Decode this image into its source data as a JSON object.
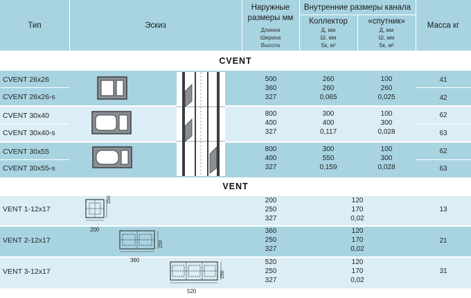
{
  "header": {
    "col_type": "Тип",
    "col_sketch": "Эскиз",
    "col_outer_line1": "Наружные",
    "col_outer_line2": "размеры мм",
    "col_outer_sub1": "Длинна",
    "col_outer_sub2": "Ширина",
    "col_outer_sub3": "Высота",
    "col_inner": "Внутренние размеры канала",
    "col_collector": "Коллектор",
    "col_collector_sub1": "Д, мм",
    "col_collector_sub2": "Ш, мм",
    "col_collector_sub3": "Sк, м²",
    "col_satellite": "«спутник»",
    "col_satellite_sub1": "Д, мм",
    "col_satellite_sub2": "Ш, мм",
    "col_satellite_sub3": "Sк, м²",
    "col_mass": "Масса кг"
  },
  "sections": {
    "cvent": "CVENT",
    "vent": "VENT"
  },
  "cvent_rows": [
    {
      "name1": "CVENT 26x26",
      "name2": "CVENT 26x26-s",
      "outer": [
        "500",
        "360",
        "327"
      ],
      "collector": [
        "260",
        "260",
        "0,065"
      ],
      "satellite": [
        "100",
        "260",
        "0,025"
      ],
      "mass1": "41",
      "mass2": "42"
    },
    {
      "name1": "CVENT 30x40",
      "name2": "CVENT 30x40-s",
      "outer": [
        "800",
        "400",
        "327"
      ],
      "collector": [
        "300",
        "400",
        "0,117"
      ],
      "satellite": [
        "100",
        "300",
        "0,028"
      ],
      "mass1": "62",
      "mass2": "63"
    },
    {
      "name1": "CVENT 30x55",
      "name2": "CVENT 30x55-s",
      "outer": [
        "800",
        "400",
        "327"
      ],
      "collector": [
        "300",
        "550",
        "0,159"
      ],
      "satellite": [
        "100",
        "300",
        "0,028"
      ],
      "mass1": "62",
      "mass2": "63"
    }
  ],
  "vent_rows": [
    {
      "name": "VENT 1-12x17",
      "outer": [
        "200",
        "250",
        "327"
      ],
      "inner": [
        "120",
        "170",
        "0,02"
      ],
      "mass": "13",
      "dim_w": "200",
      "dim_h": "250"
    },
    {
      "name": "VENT 2-12x17",
      "outer": [
        "360",
        "250",
        "327"
      ],
      "inner": [
        "120",
        "170",
        "0,02"
      ],
      "mass": "21",
      "dim_w": "360",
      "dim_h": "250"
    },
    {
      "name": "VENT 3-12x17",
      "outer": [
        "520",
        "250",
        "327"
      ],
      "inner": [
        "120",
        "170",
        "0,02"
      ],
      "mass": "31",
      "dim_w": "520",
      "dim_h": "250"
    }
  ],
  "colors": {
    "header_bg": "#a8d4e2",
    "row_dark": "#a8d4e2",
    "row_light": "#dbeef5",
    "block_fill": "#8a8f94",
    "block_dark": "#3a3d40"
  }
}
